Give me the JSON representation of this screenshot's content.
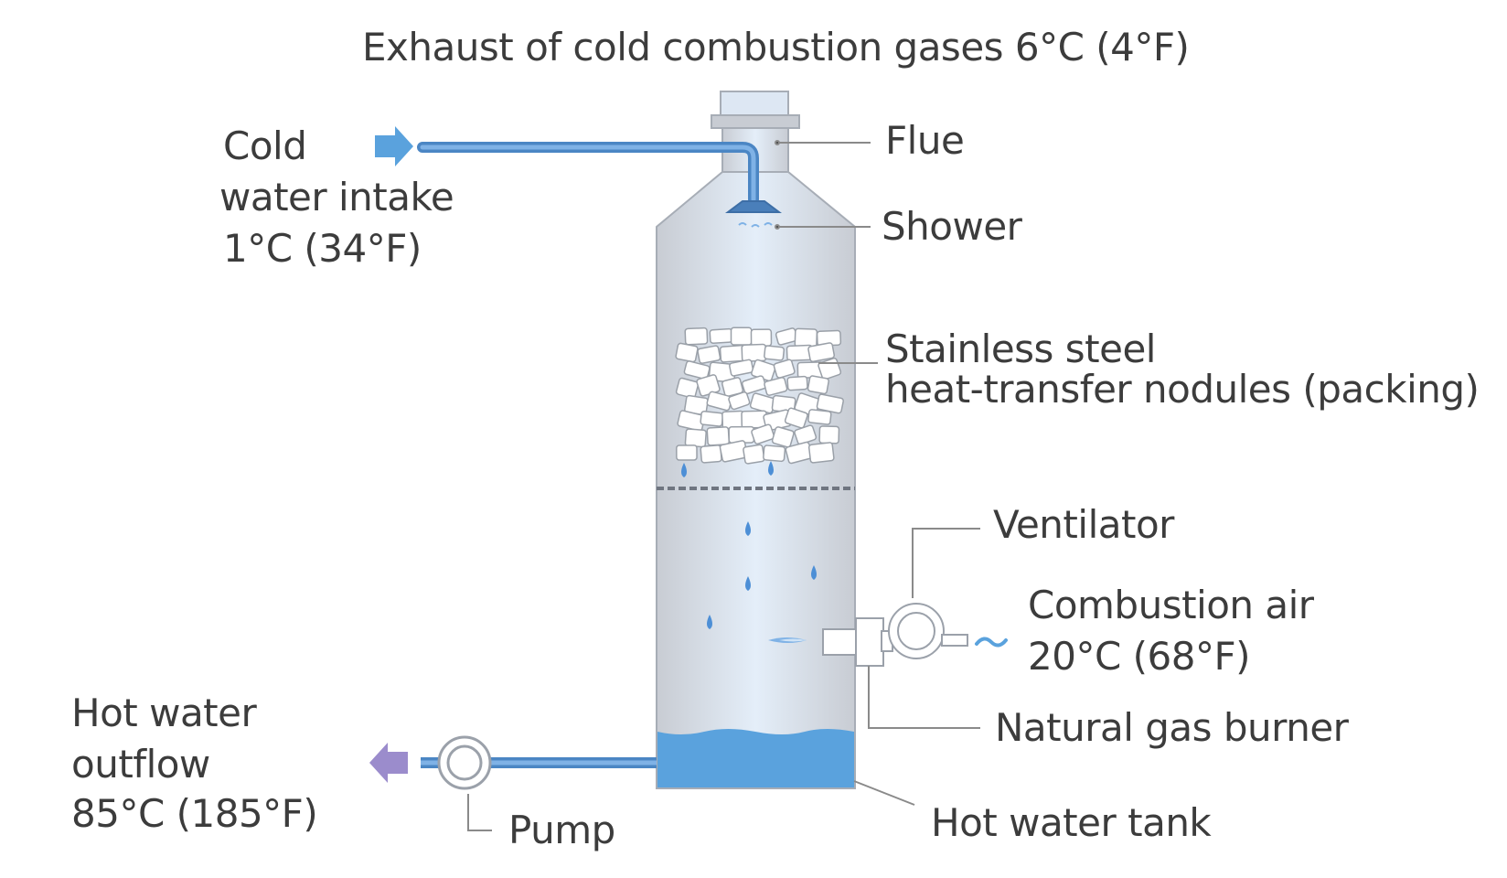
{
  "colors": {
    "vessel": "#c8ccd3",
    "vessel_outline": "#a7adb6",
    "center_glow": "#dce9f7",
    "water": "#5aa2dd",
    "pipe": "#5b97d2",
    "drop": "#4d8fd6",
    "leader": "#8a8a8a",
    "cold_arrow": "#5aa2dd",
    "hot_arrow": "#9b8ccc",
    "label_text": "#3c3c3c"
  },
  "labels": {
    "exhaust": "Exhaust of cold combustion gases 6°C (4°F)",
    "cold_intake": [
      "Cold",
      "water intake",
      "1°C (34°F)"
    ],
    "flue": "Flue",
    "shower": "Shower",
    "packing": [
      "Stainless steel",
      "heat-transfer nodules (packing)"
    ],
    "ventilator": "Ventilator",
    "combustion_air": [
      "Combustion air",
      "20°C (68°F)"
    ],
    "burner": "Natural gas burner",
    "hot_outflow": [
      "Hot water",
      "outflow",
      "85°C (185°F)"
    ],
    "pump": "Pump",
    "tank": "Hot water tank"
  },
  "icons": {
    "cold_arrow": "arrow-right-icon",
    "hot_arrow": "arrow-left-icon",
    "air_wave": "tilde-wave-icon"
  }
}
